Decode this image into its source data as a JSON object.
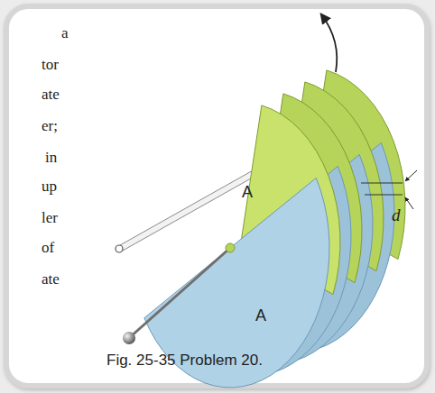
{
  "diagram": {
    "caption": "Fig. 25-35 Problem 20.",
    "labels": [
      "a",
      "tor",
      "ate",
      "er;",
      "in",
      "up",
      "ler",
      "of",
      "ate",
      "A",
      "A",
      "d"
    ]
  }
}
